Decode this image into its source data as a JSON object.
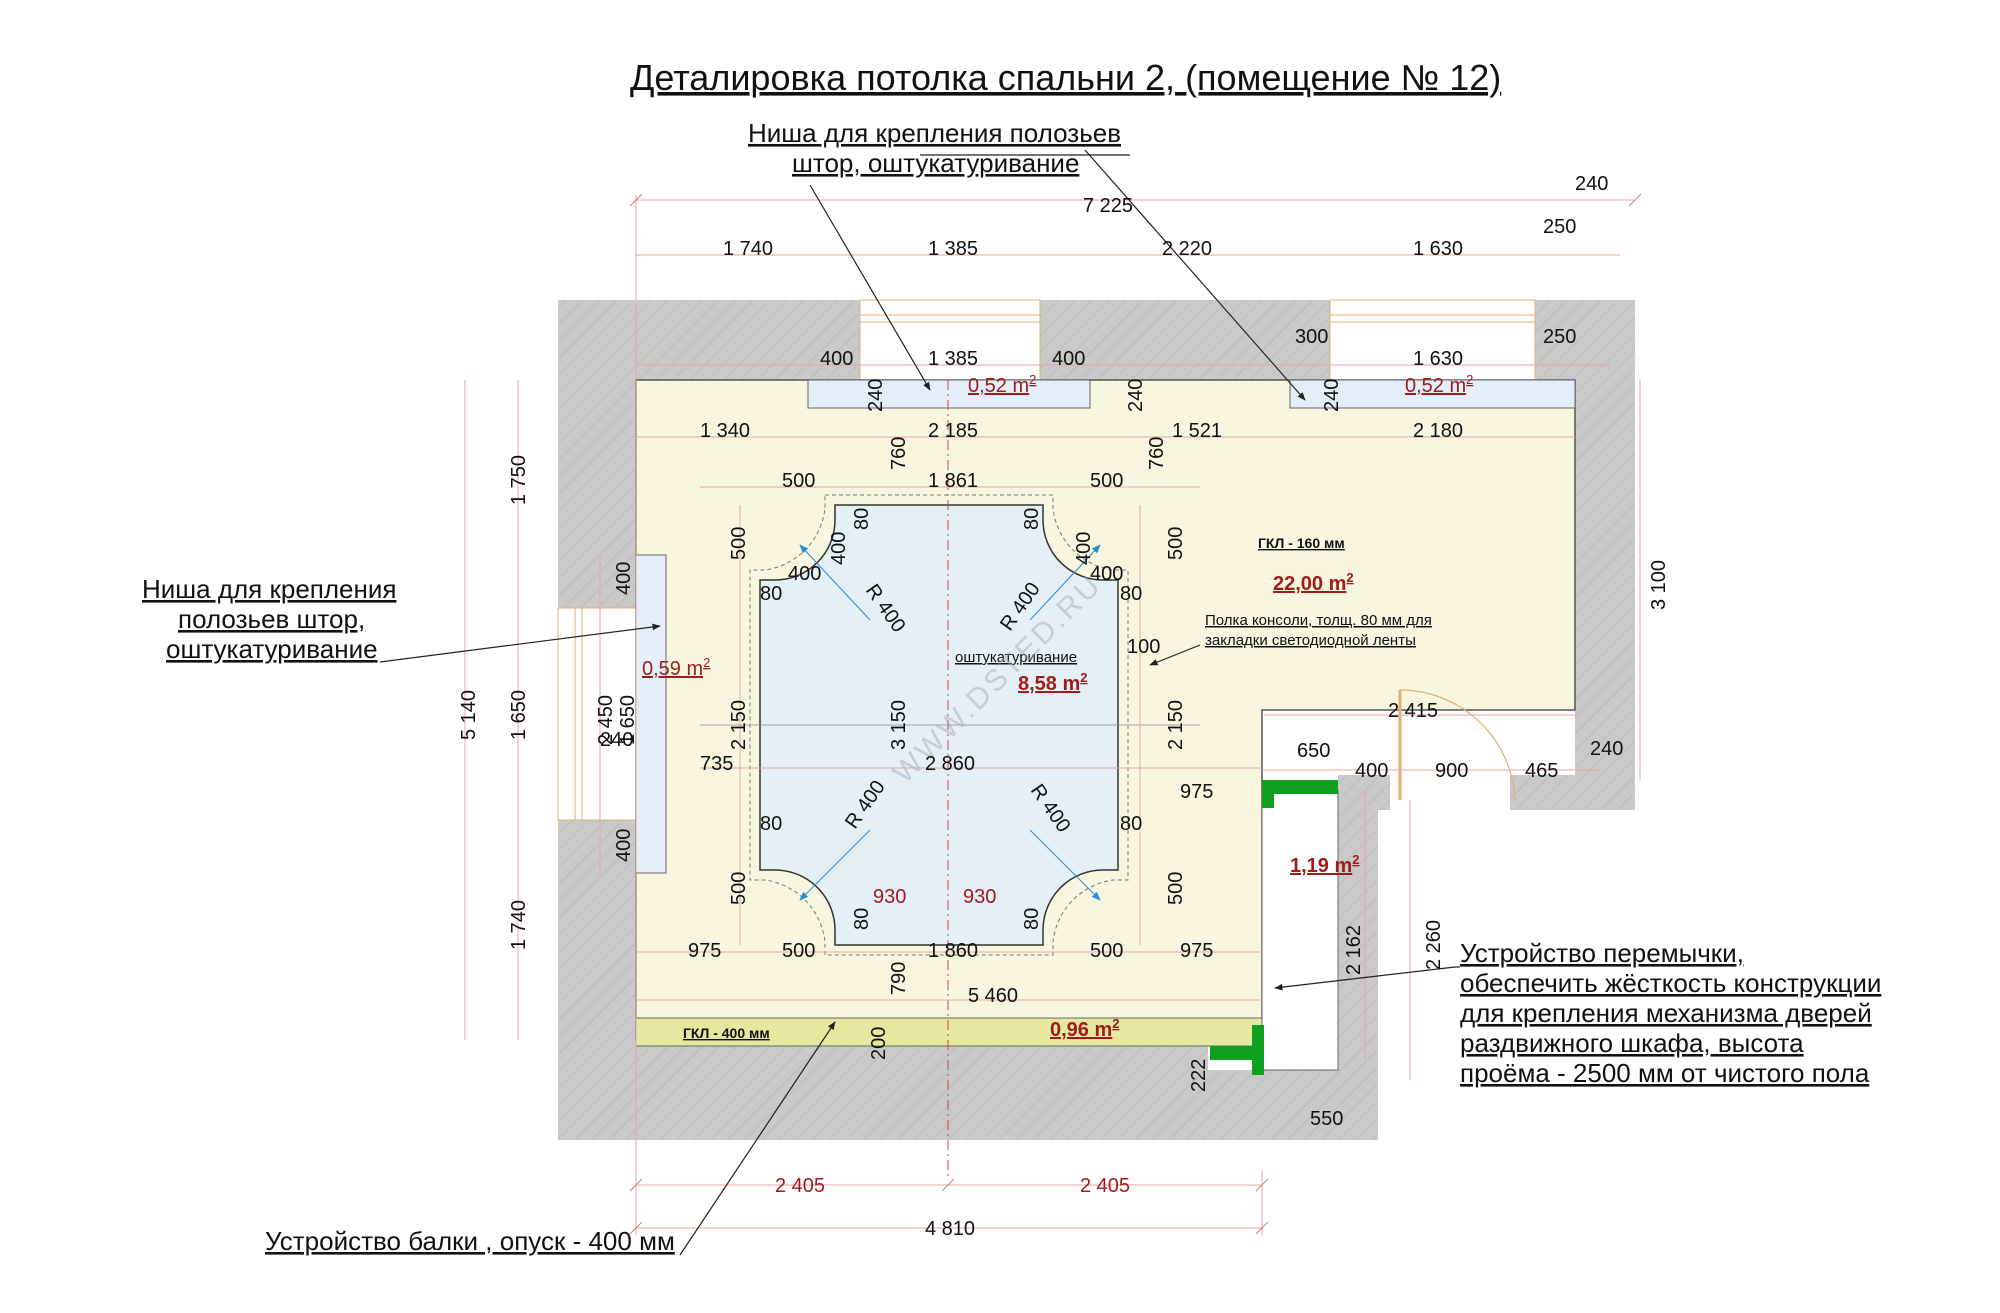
{
  "title": "Деталировка потолка спальни 2, (помещение  № 12)",
  "notes": {
    "niche_top_line1": "Ниша для крепления полозьев",
    "niche_top_line2": "штор, оштукатуривание",
    "niche_left_line1": "Ниша для крепления",
    "niche_left_line2": "полозьев штор,",
    "niche_left_line3": "оштукатуривание",
    "jumper_line1": "Устройство перемычки,",
    "jumper_line2": "обеспечить жёсткость конструкции",
    "jumper_line3": "для  крепления механизма дверей",
    "jumper_line4": "раздвижного шкафа, высота",
    "jumper_line5": "проёма - 2500 мм от чистого пола",
    "beam": "Устройство балки , опуск - 400 мм",
    "shelf_line1": "Полка консоли, толщ. 80 мм для",
    "shelf_line2": "закладки светодиодной ленты"
  },
  "labels": {
    "gkl_160": "ГКЛ - 160 мм",
    "gkl_400": "ГКЛ - 400 мм",
    "plaster": "оштукатуривание",
    "watermark": "WWW.DSTED.RU",
    "area_main": "22,00 m",
    "area_center": "8,58 m",
    "area_niche1": "0,52 m",
    "area_niche2": "0,52 m",
    "area_left": "0,59 m",
    "area_closet": "1,19 m",
    "area_beam": "0,96 m",
    "area_sup": "2"
  },
  "dims": {
    "total_width": "7 225",
    "top_240": "240",
    "top_250": "250",
    "top_1740": "1 740",
    "top_1385": "1 385",
    "top_2220": "2 220",
    "top_1630": "1 630",
    "n_400a": "400",
    "n_1385": "1 385",
    "n_400b": "400",
    "n_300": "300",
    "n_1630": "1 630",
    "n_250": "250",
    "v_240a": "240",
    "v_240b": "240",
    "v_240c": "240",
    "r_1340": "1 340",
    "r_2185": "2 185",
    "r_1521": "1 521",
    "r_2180": "2 180",
    "v_760a": "760",
    "v_760b": "760",
    "c_500a": "500",
    "c_1861": "1 861",
    "c_500b": "500",
    "c_80a": "80",
    "c_80b": "80",
    "v_500a": "500",
    "v_500b": "500",
    "v_400a": "400",
    "v_400b": "400",
    "h_400a": "400",
    "h_400b": "400",
    "c_80c": "80",
    "c_80d": "80",
    "r400a": "R 400",
    "r400b": "R 400",
    "r400c": "R 400",
    "r400d": "R 400",
    "d_100": "100",
    "left_1750": "1 750",
    "left_5140": "5 140",
    "left_1650": "1 650",
    "left_2450": "2 450",
    "left_1650b": "1 650",
    "left_400a": "400",
    "left_400b": "400",
    "left_240": "240",
    "left_1740": "1 740",
    "v_2150a": "2 150",
    "v_3150": "3 150",
    "v_2150b": "2 150",
    "d_735": "735",
    "d_2860": "2 860",
    "d_975r": "975",
    "c_80e": "80",
    "c_80f": "80",
    "r_3100": "3 100",
    "d_2415": "2 415",
    "d_650": "650",
    "d_400": "400",
    "d_900": "900",
    "d_465": "465",
    "d_240r": "240",
    "b_500a": "500",
    "b_500b": "500",
    "b_80a": "80",
    "b_80b": "80",
    "b_930a": "930",
    "b_930b": "930",
    "b_975a": "975",
    "b_500c": "500",
    "b_1860": "1 860",
    "b_500d": "500",
    "b_975b": "975",
    "b_790": "790",
    "b_5460": "5 460",
    "b_200": "200",
    "b_222": "222",
    "b_550": "550",
    "v_2162": "2 162",
    "v_2260": "2 260",
    "bot_2405a": "2 405",
    "bot_2405b": "2 405",
    "bot_4810": "4 810"
  }
}
